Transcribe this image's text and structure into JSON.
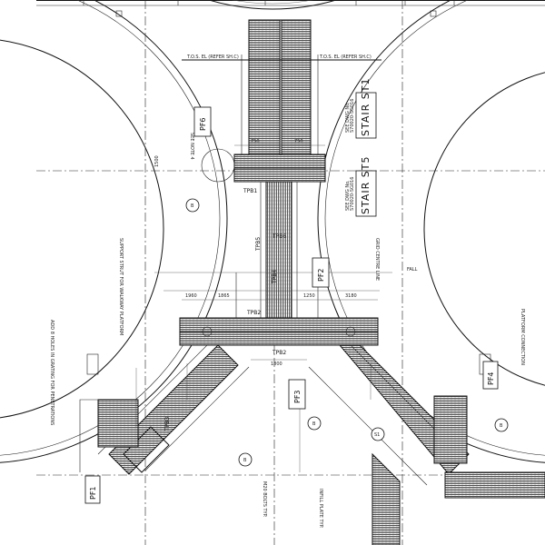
{
  "drawing": {
    "stairs": {
      "st1_title": "STAIR ST1",
      "st1_ref": "SEE DWG No.",
      "st1_ref_no": "S70020-SG016",
      "st5_title": "STAIR ST5",
      "st5_ref": "SEE DWG No.",
      "st5_ref_no": "S70020-SG016"
    },
    "platforms": {
      "pf1": "PF1",
      "pf2": "PF2",
      "pf3": "PF3",
      "pf4": "PF4",
      "pf6": "PF6",
      "see_note_4": "SEE NOTE 4"
    },
    "beams": {
      "tpb1": "TPB1",
      "tpb2": "TPB2",
      "tpb3": "TPB3",
      "tpb4": "TPB4",
      "tpb5": "TPB5",
      "tpb6": "TPB6"
    },
    "levels": {
      "tos_left": "T.O.S. EL (REFER SH.C)",
      "tos_right": "T.O.S. EL (REFER SH.C)"
    },
    "dimensions": {
      "d1960": "1960",
      "d1250": "1250",
      "d3180": "3180",
      "d1800": "1800",
      "d750a": "750",
      "d750b": "750",
      "d1865": "1865",
      "d1500": "1500"
    },
    "markers": {
      "b_label": "B",
      "sheet_label": "S1"
    },
    "notes": {
      "support_struts": "SUPPORT STRUT FOR WALKWAY PLATFORM",
      "openings": "ADD 8 HOLES IN GRATING FOR PENETRATIONS",
      "centre": "GRID CENTRE LINE",
      "platform_conn": "PLATFORM CONNECTION",
      "bolt_note": "M20 BOLTS TYP.",
      "infill": "INFILL PLATE TYP.",
      "slope": "FALL"
    }
  }
}
